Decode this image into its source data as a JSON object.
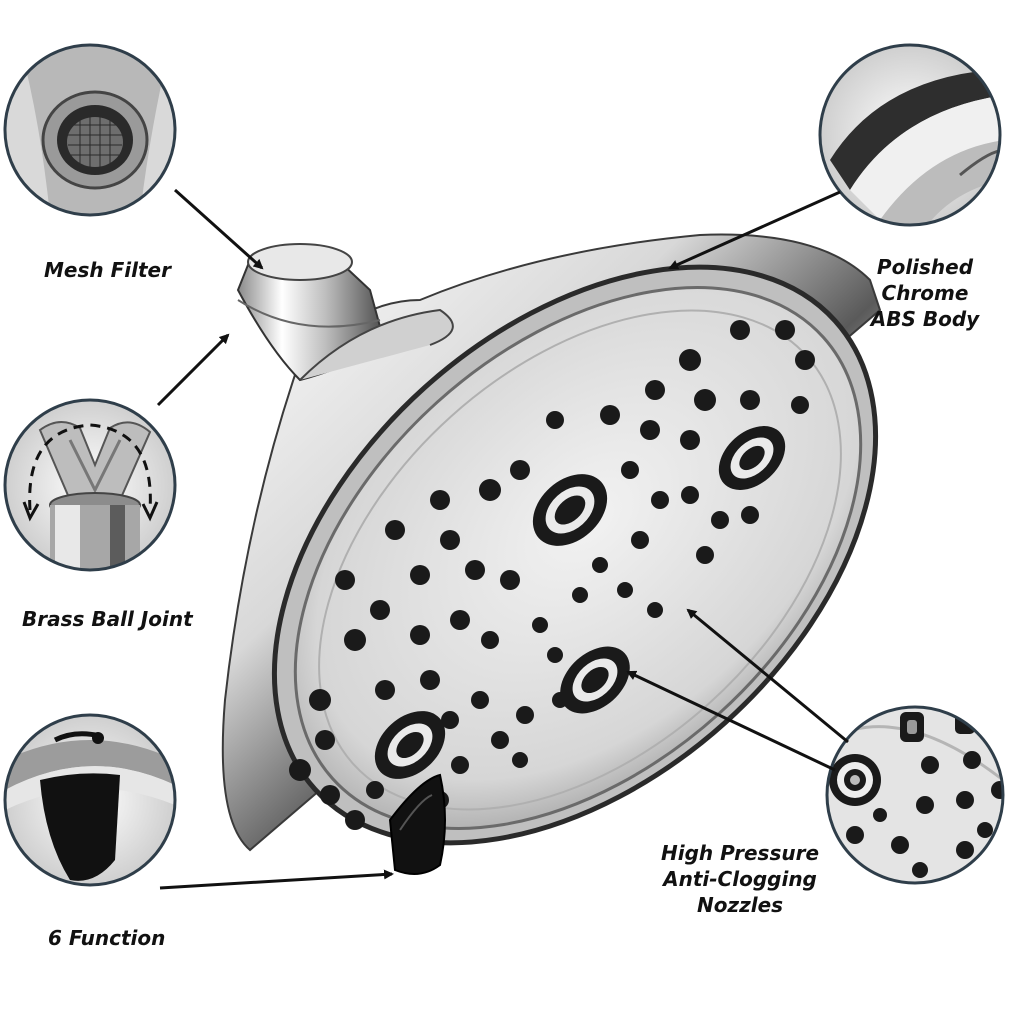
{
  "callouts": {
    "mesh_filter": "Mesh Filter",
    "ball_joint": "Brass Ball Joint",
    "six_function": "6 Function",
    "chrome_body": [
      "Polished",
      "Chrome",
      "ABS Body"
    ],
    "nozzles": [
      "High Pressure",
      "Anti-Clogging",
      "Nozzles"
    ]
  },
  "colors": {
    "chrome_light": "#f4f4f4",
    "chrome_dark": "#2a2a2a",
    "nozzle": "#1a1a1a",
    "circle_border": "#2f3e4a",
    "text": "#111111"
  }
}
